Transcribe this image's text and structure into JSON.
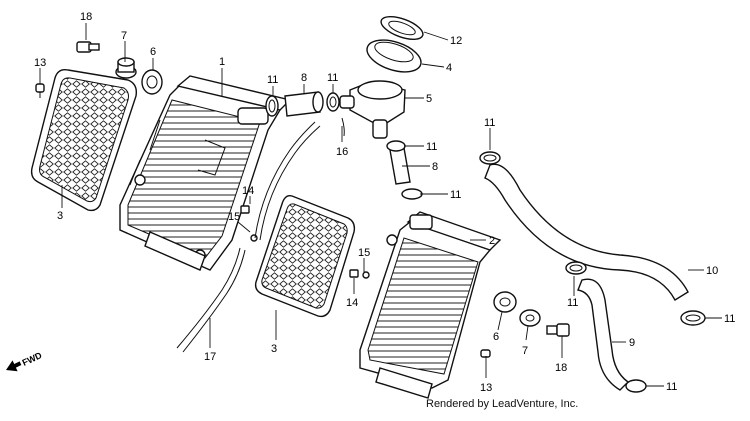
{
  "diagram": {
    "fwd_label": "FWD",
    "credit": "Rendered by LeadVenture, Inc.",
    "callouts": {
      "c18a": "18",
      "c13a": "13",
      "c7a": "7",
      "c6a": "6",
      "c1": "1",
      "c11a": "11",
      "c8a": "8",
      "c11b": "11",
      "c12": "12",
      "c4": "4",
      "c5": "5",
      "c11c": "11",
      "c16": "16",
      "c8b": "8",
      "c11d": "11",
      "c11e": "11",
      "c3a": "3",
      "c14a": "14",
      "c15a": "15",
      "c2": "2",
      "c15b": "15",
      "c14b": "14",
      "c10": "10",
      "c11f": "11",
      "c11g": "11",
      "c6b": "6",
      "c7b": "7",
      "c18b": "18",
      "c9": "9",
      "c11h": "11",
      "c17": "17",
      "c3b": "3",
      "c13b": "13"
    }
  }
}
